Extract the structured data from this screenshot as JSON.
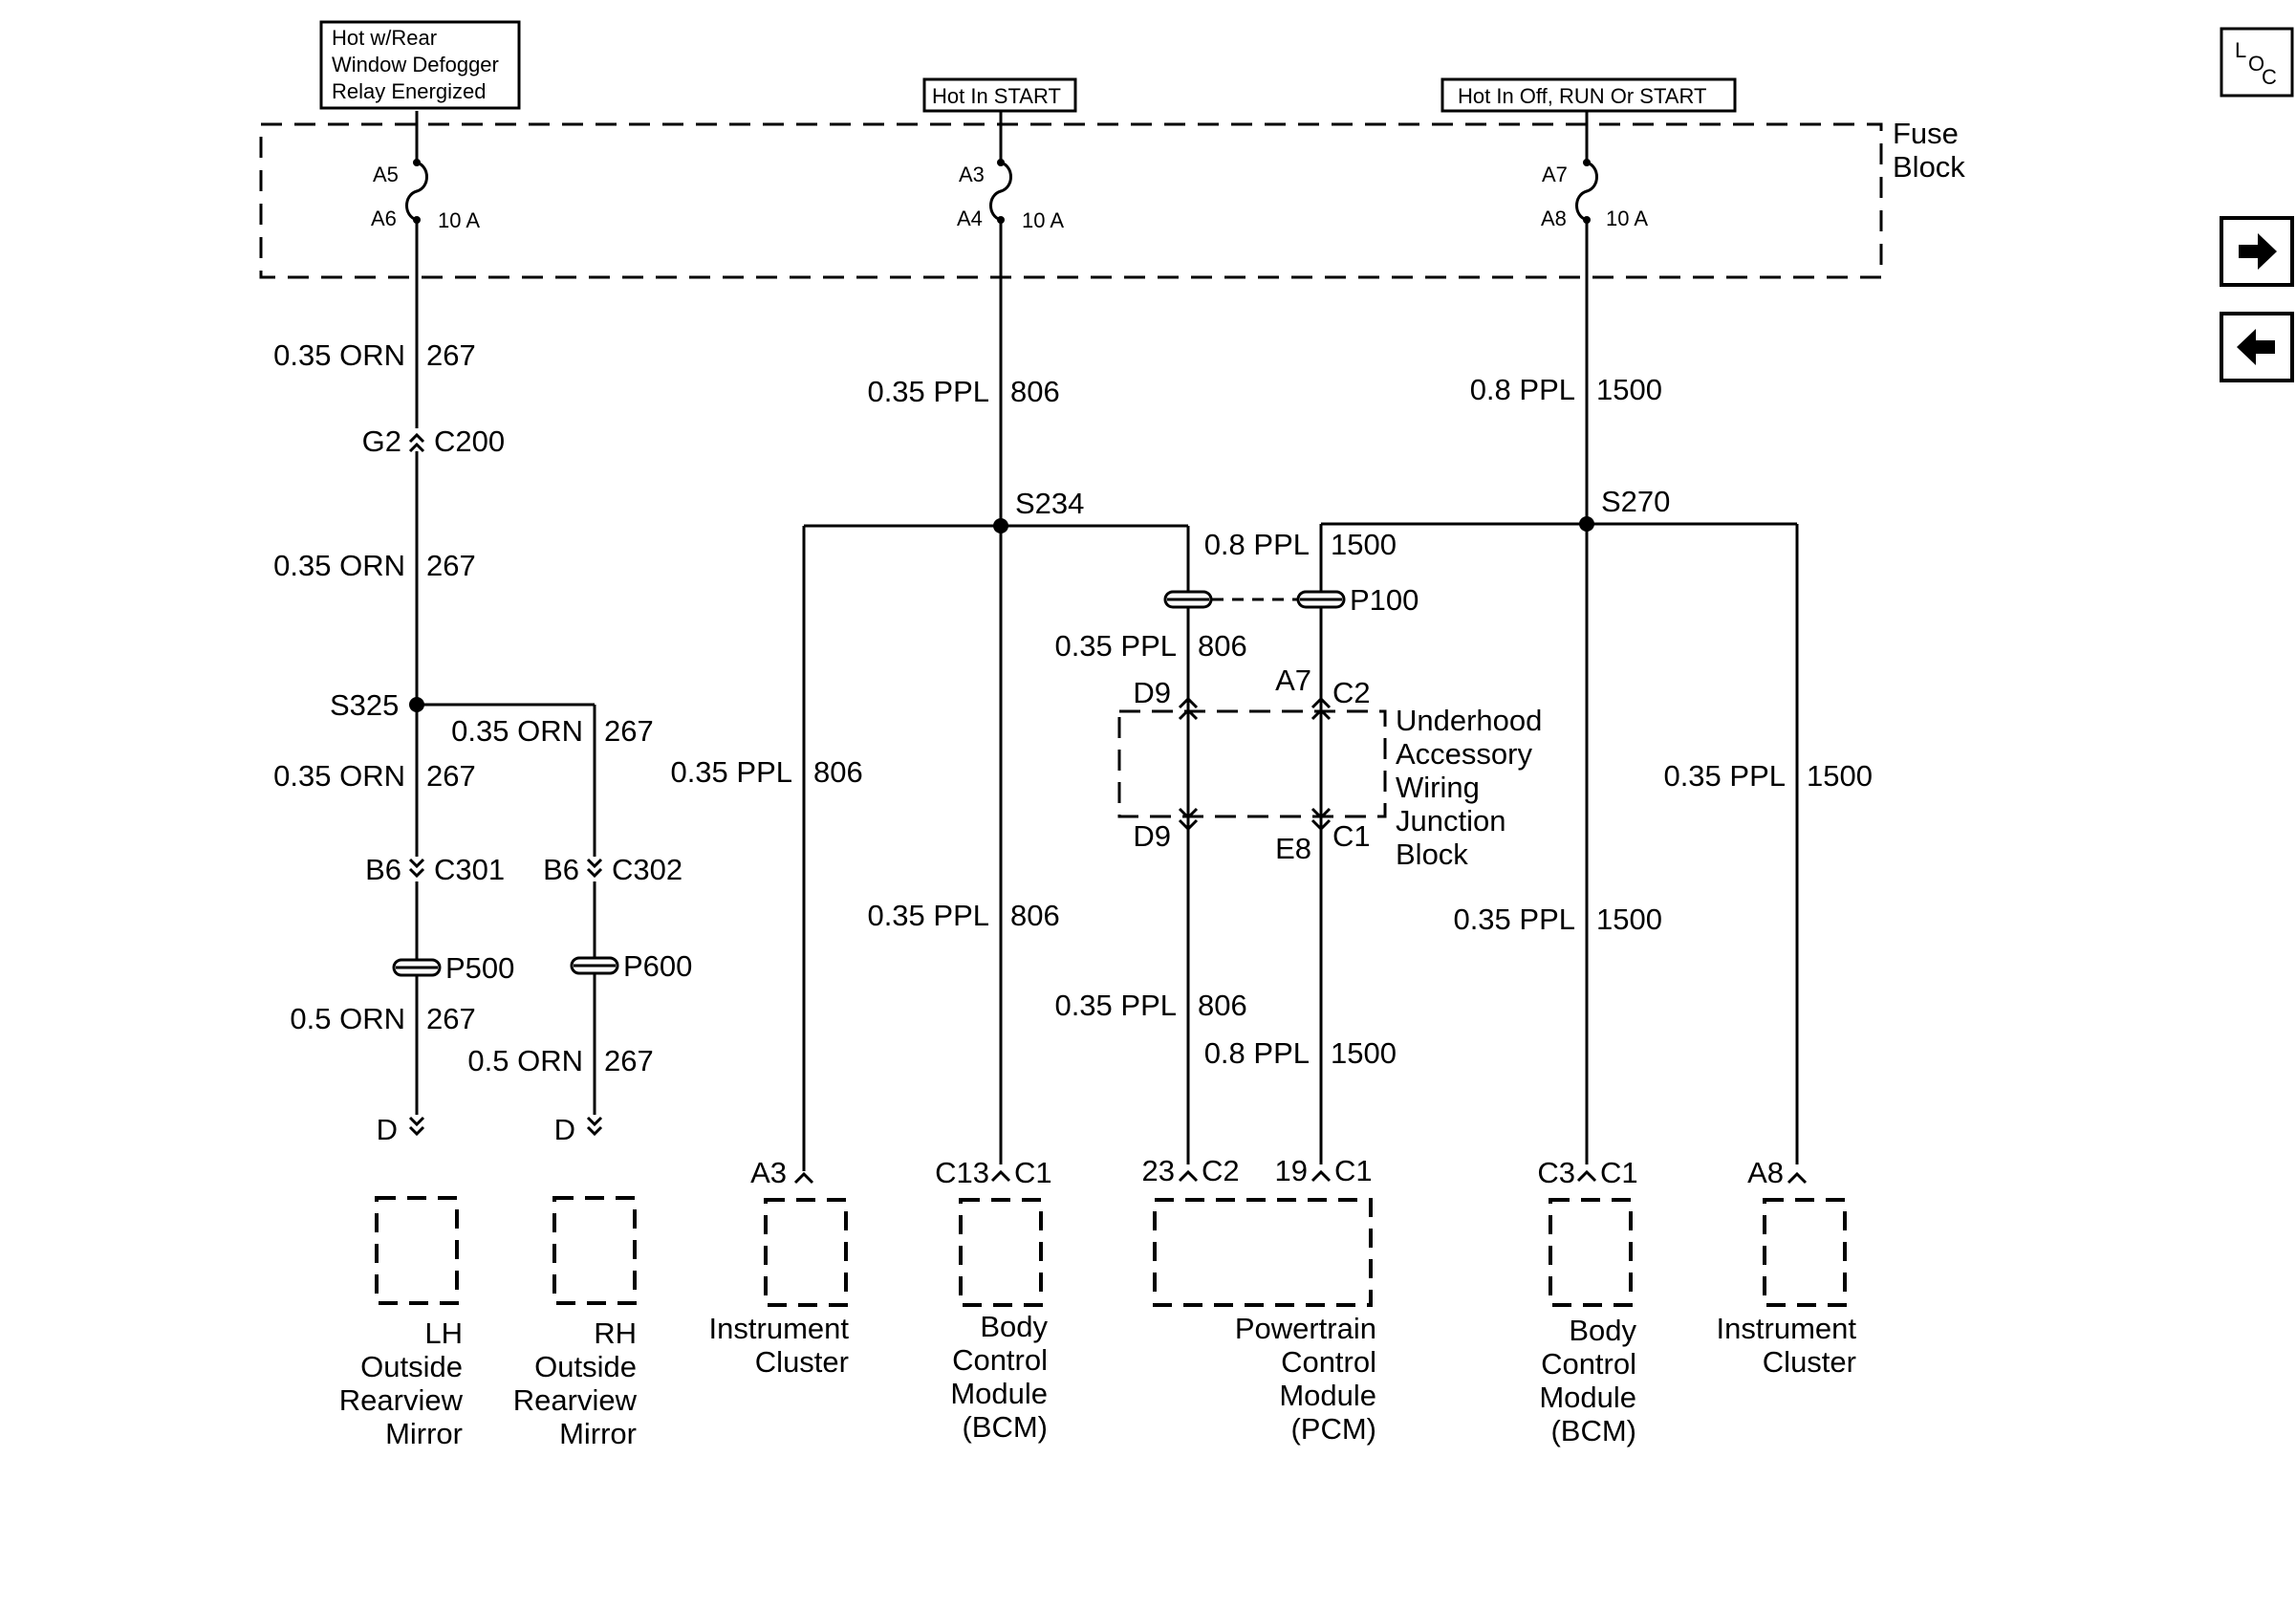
{
  "header": {
    "source_rear_defogger": [
      "Hot w/Rear",
      "Window Defogger",
      "Relay Energized"
    ],
    "source_start": "Hot In START",
    "source_off_run_start": "Hot In Off, RUN Or START"
  },
  "fuse_block": {
    "label_line1": "Fuse",
    "label_line2": "Block",
    "fuse1": {
      "in_pin": "A5",
      "out_pin": "A6",
      "rating": "10 A"
    },
    "fuse2": {
      "in_pin": "A3",
      "out_pin": "A4",
      "rating": "10 A"
    },
    "fuse3": {
      "in_pin": "A7",
      "out_pin": "A8",
      "rating": "10 A"
    }
  },
  "wires": {
    "w267_fuse": {
      "gauge": "0.35 ORN",
      "circuit": "267"
    },
    "w267_c200": {
      "gauge": "0.35 ORN",
      "circuit": "267"
    },
    "w267_rh": {
      "gauge": "0.35 ORN",
      "circuit": "267"
    },
    "w267_lh": {
      "gauge": "0.35 ORN",
      "circuit": "267"
    },
    "w267_p500": {
      "gauge": "0.5 ORN",
      "circuit": "267"
    },
    "w267_p600": {
      "gauge": "0.5 ORN",
      "circuit": "267"
    },
    "w806_fuse": {
      "gauge": "0.35 PPL",
      "circuit": "806"
    },
    "w806_ic": {
      "gauge": "0.35 PPL",
      "circuit": "806"
    },
    "w806_bcm": {
      "gauge": "0.35 PPL",
      "circuit": "806"
    },
    "w806_p100": {
      "gauge": "0.35 PPL",
      "circuit": "806"
    },
    "w806_pcm": {
      "gauge": "0.35 PPL",
      "circuit": "806"
    },
    "w1500_fuse": {
      "gauge": "0.8 PPL",
      "circuit": "1500"
    },
    "w1500_p100": {
      "gauge": "0.8 PPL",
      "circuit": "1500"
    },
    "w1500_pcm": {
      "gauge": "0.8 PPL",
      "circuit": "1500"
    },
    "w1500_bcm": {
      "gauge": "0.35 PPL",
      "circuit": "1500"
    },
    "w1500_ic": {
      "gauge": "0.35 PPL",
      "circuit": "1500"
    }
  },
  "splices": {
    "s234": "S234",
    "s270": "S270",
    "s325": "S325"
  },
  "connectors": {
    "c200_pin": "G2",
    "c200": "C200",
    "c301_pin": "B6",
    "c301": "C301",
    "c302_pin": "B6",
    "c302": "C302",
    "p500": "P500",
    "p600": "P600",
    "p100": "P100",
    "lh_pin": "D",
    "rh_pin": "D",
    "d9_top": "D9",
    "a7": "A7",
    "c2_top": "C2",
    "d9_bot": "D9",
    "e8": "E8",
    "c1_bot": "C1",
    "ic_left_pin": "A3",
    "bcm_left_pin": "C13",
    "bcm_left_conn": "C1",
    "pcm_pin1": "23",
    "pcm_conn1": "C2",
    "pcm_pin2": "19",
    "pcm_conn2": "C1",
    "bcm_right_pin": "C3",
    "bcm_right_conn": "C1",
    "ic_right_pin": "A8"
  },
  "junction_block": [
    "Underhood",
    "Accessory",
    "Wiring",
    "Junction",
    "Block"
  ],
  "components": {
    "lh_mirror": [
      "LH",
      "Outside",
      "Rearview",
      "Mirror"
    ],
    "rh_mirror": [
      "RH",
      "Outside",
      "Rearview",
      "Mirror"
    ],
    "ic_left": [
      "Instrument",
      "Cluster"
    ],
    "bcm_left": [
      "Body",
      "Control",
      "Module",
      "(BCM)"
    ],
    "pcm": [
      "Powertrain",
      "Control",
      "Module",
      "(PCM)"
    ],
    "bcm_right": [
      "Body",
      "Control",
      "Module",
      "(BCM)"
    ],
    "ic_right": [
      "Instrument",
      "Cluster"
    ]
  },
  "nav": {
    "loc_letters": [
      "L",
      "O",
      "C"
    ],
    "forward_icon": "arrow-right-icon",
    "back_icon": "arrow-left-icon"
  }
}
